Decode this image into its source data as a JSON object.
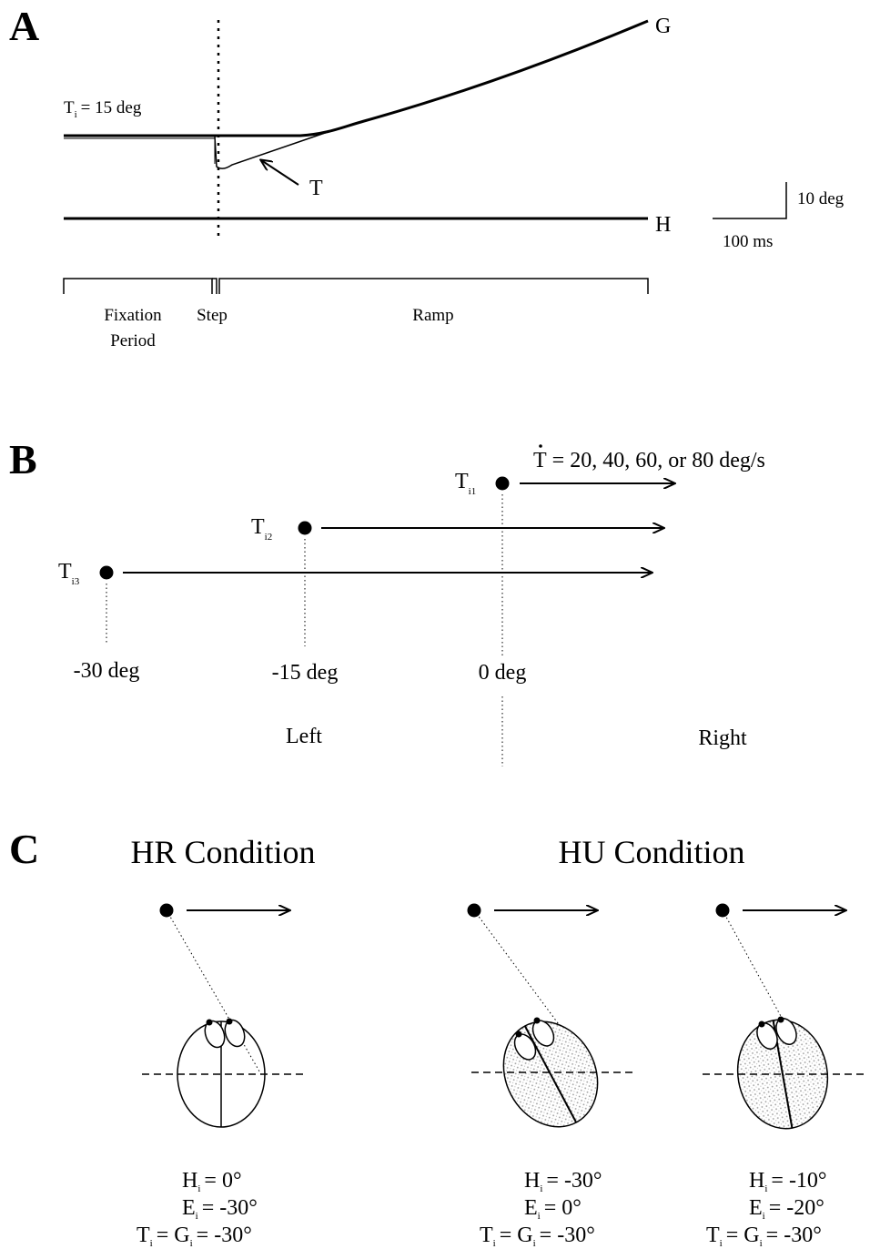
{
  "panel_a": {
    "letter": "A",
    "initial_label_main": "T",
    "initial_label_sub": "i",
    "initial_label_rest": "= 15 deg",
    "trace_gaze": "G",
    "trace_target": "T",
    "trace_head": "H",
    "scale_vertical": "10 deg",
    "scale_horizontal": "100 ms",
    "epoch_fixation_line1": "Fixation",
    "epoch_fixation_line2": "Period",
    "epoch_step": "Step",
    "epoch_ramp": "Ramp"
  },
  "panel_b": {
    "letter": "B",
    "velocity_label": "= 20, 40, 60, or 80 deg/s",
    "velocity_symbol": "T",
    "targets": [
      {
        "label": "T",
        "sub": "i1",
        "position": "0 deg"
      },
      {
        "label": "T",
        "sub": "i2",
        "position": "-15 deg"
      },
      {
        "label": "T",
        "sub": "i3",
        "position": "-30 deg"
      }
    ],
    "side_left": "Left",
    "side_right": "Right"
  },
  "panel_c": {
    "letter": "C",
    "condition_hr": "HR Condition",
    "condition_hu": "HU Condition",
    "cases": [
      {
        "h": "H",
        "h_val": "=    0°",
        "e": "E",
        "e_val": "= -30°",
        "tg": "T",
        "tg_mid": "= G",
        "tg_val": "= -30°"
      },
      {
        "h": "H",
        "h_val": "= -30°",
        "e": "E",
        "e_val": "=    0°",
        "tg": "T",
        "tg_mid": "= G",
        "tg_val": "= -30°"
      },
      {
        "h": "H",
        "h_val": "= -10°",
        "e": "E",
        "e_val": "= -20°",
        "tg": "T",
        "tg_mid": "= G",
        "tg_val": "= -30°"
      }
    ],
    "subscript": "i"
  }
}
